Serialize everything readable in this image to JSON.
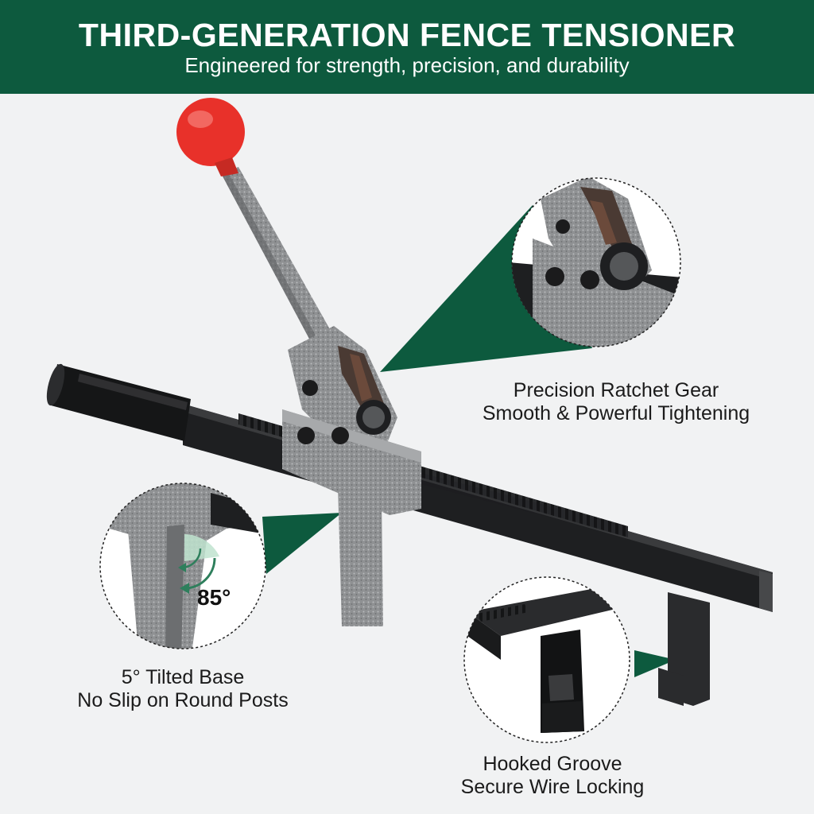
{
  "header": {
    "title": "THIRD-GENERATION FENCE TENSIONER",
    "subtitle": "Engineered for strength, precision, and durability"
  },
  "features": [
    {
      "line1": "Precision Ratchet Gear",
      "line2": "Smooth & Powerful Tightening"
    },
    {
      "line1": "5° Tilted Base",
      "line2": "No Slip on Round Posts"
    },
    {
      "line1": "Hooked Groove",
      "line2": "Secure Wire Locking"
    }
  ],
  "angle_label": "85°",
  "colors": {
    "brand_green": "#0d5a3e",
    "knob_red": "#e8312a",
    "metal_grey": "#8a8c8e",
    "bar_black": "#1e1f21"
  }
}
